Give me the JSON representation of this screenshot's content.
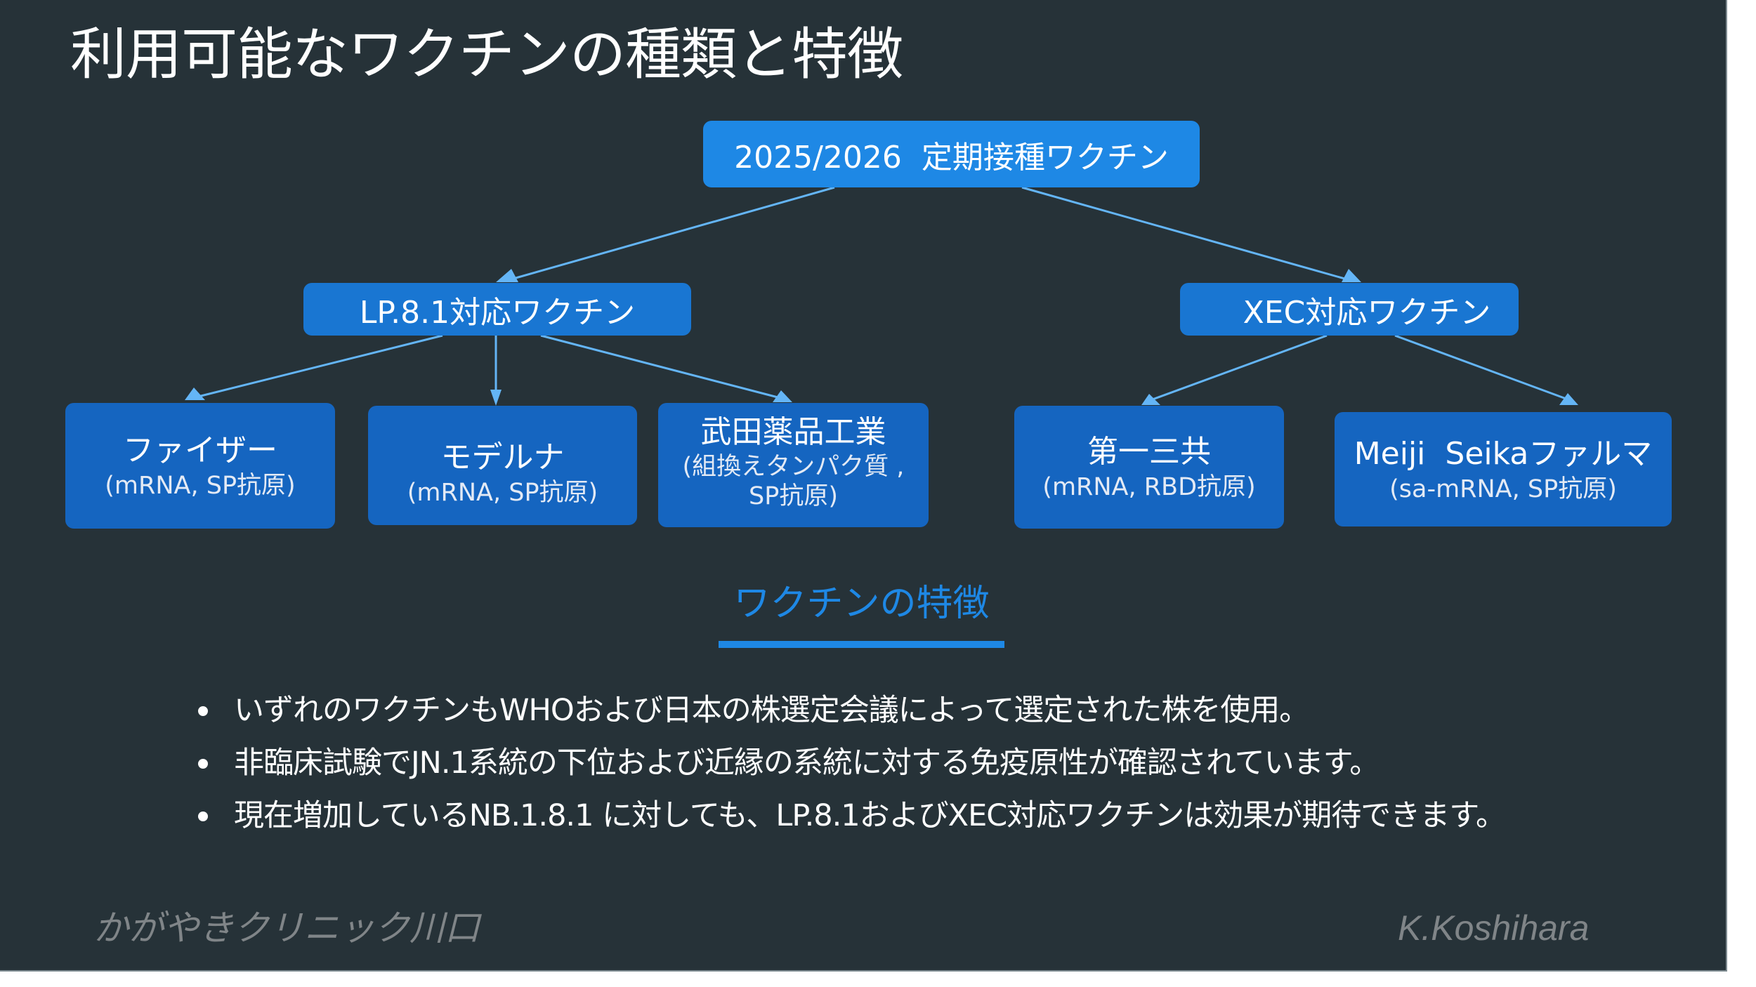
{
  "title": "利用可能なワクチンの種類と特徴",
  "diagram": {
    "root": "2025/2026  定期接種ワクチン",
    "groups": [
      {
        "label": "LP.8.1対応ワクチン",
        "vaccines": [
          {
            "name": "ファイザー",
            "detail": "(mRNA, SP抗原)"
          },
          {
            "name": "モデルナ",
            "detail": "(mRNA, SP抗原)"
          },
          {
            "name": "武田薬品工業",
            "detail": "(組換えタンパク質 , SP抗原)"
          }
        ]
      },
      {
        "label": "XEC対応ワクチン",
        "vaccines": [
          {
            "name": "第一三共",
            "detail": "(mRNA, RBD抗原)"
          },
          {
            "name": "Meiji  Seikaファルマ",
            "detail": "(sa-mRNA, SP抗原)"
          }
        ]
      }
    ]
  },
  "features": {
    "heading": "ワクチンの特徴",
    "bullets": [
      "いずれのワクチンもWHOおよび日本の株選定会議によって選定された株を使用。",
      "非臨床試験でJN.1系統の下位および近縁の系統に対する免疫原性が確認されています。",
      "現在増加しているNB.1.8.1 に対しても、LP.8.1およびXEC対応ワクチンは効果が期待できます。"
    ]
  },
  "footer": {
    "left": "かがやきクリニック川口",
    "right": "K.Koshihara"
  },
  "colors": {
    "background": "#263238",
    "root_box": "#1E88E5",
    "group_box": "#1976D2",
    "leaf_box": "#1565C0",
    "arrow": "#64B5F6",
    "heading": "#1E88E5",
    "footer_text": "#808588"
  }
}
